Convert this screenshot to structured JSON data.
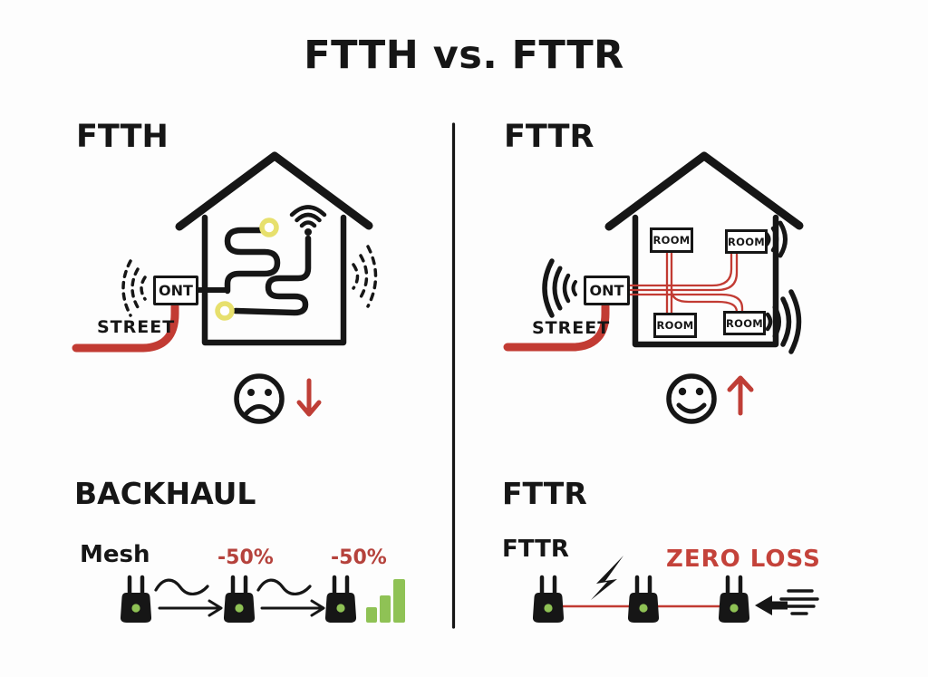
{
  "title": "FTTH vs. FTTR",
  "left_panel": {
    "heading": "FTTH",
    "street_label": "STREET",
    "ont_label": "ONT"
  },
  "right_panel": {
    "heading": "FTTR",
    "street_label": "STREET",
    "ont_label": "ONT",
    "room_labels": [
      "ROOM",
      "ROOM",
      "ROOM",
      "ROOM"
    ]
  },
  "bottom_left": {
    "heading": "BACKHAUL",
    "mesh_label": "Mesh",
    "loss_labels": [
      "-50%",
      "-50%"
    ]
  },
  "bottom_right": {
    "heading": "FTTR",
    "router_label": "FTTR",
    "loss_label": "ZERO LOSS"
  },
  "icons": {
    "left_mood": "sad-face",
    "left_trend": "arrow-down",
    "right_mood": "smiley-face",
    "right_trend": "arrow-up",
    "left_signal": "weak-wifi-dashed",
    "right_signal": "strong-wifi",
    "bottom_right_power": "lightning-bolt",
    "bottom_right_speed": "fast-arrow-left",
    "bottom_left_signal": "signal-bars"
  },
  "colors": {
    "ink": "#161616",
    "cable_red": "#c23b33",
    "accent_red": "#bf3e36",
    "green": "#8fc255",
    "yellow": "#e7e06d"
  }
}
